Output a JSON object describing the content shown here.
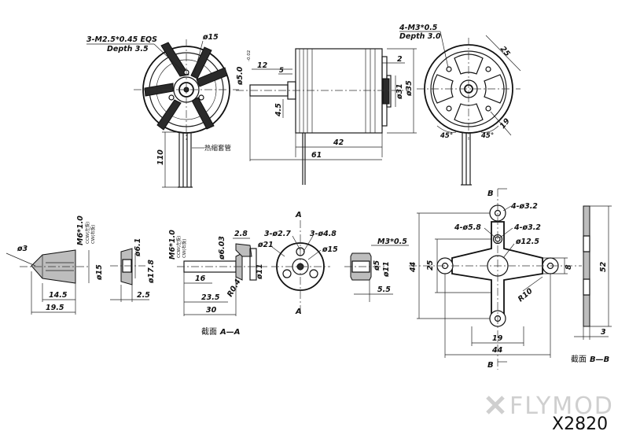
{
  "motor": {
    "callout_holes": "3-M2.5*0.45 EQS",
    "callout_holes_depth": "Depth 3.5",
    "d_front": "ø15",
    "wire_length": "110",
    "wire_label": "热缩套管",
    "shaft_d": "ø5.0",
    "shaft_tol": "-0.02",
    "dim_12": "12",
    "dim_5": "5",
    "dim_4_5": "4.5",
    "dim_2": "2",
    "d_31": "ø31",
    "d_35": "ø35",
    "dim_42": "42",
    "dim_61": "61",
    "callout_rear": "4-M3*0.5",
    "callout_rear_depth": "Depth 3.0",
    "dim_25": "25",
    "dim_19": "19",
    "angle_a": "45°",
    "angle_b": "45°"
  },
  "prop_adapter": {
    "d_3": "ø3",
    "thread": "M6*1.0",
    "thread_note": "CCW(左旋)",
    "thread_note2": "CW(右旋)",
    "d_15": "ø15",
    "dim_14_5": "14.5",
    "dim_19_5": "19.5"
  },
  "nut": {
    "d_6_1": "ø6.1",
    "d_17_8": "ø17.8",
    "dim_2_5": "2.5"
  },
  "shaft": {
    "thread": "M6*1.0",
    "thread_note": "CCW(左旋)",
    "thread_note2": "CW(右旋)",
    "d_6_03": "ø6.03",
    "dim_2_8": "2.8",
    "d_11": "ø11",
    "r_0_4": "R0.4",
    "dim_16": "16",
    "dim_23_5": "23.5",
    "dim_30": "30",
    "section_caption": "截面",
    "section_mark": "A—A"
  },
  "hub": {
    "mark_a_top": "A",
    "mark_a_bottom": "A",
    "holes_small": "3-ø2.7",
    "holes_large": "3-ø4.8",
    "d_21": "ø21",
    "d_15": "ø15"
  },
  "collar": {
    "thread": "M3*0.5",
    "d_5": "ø5",
    "d_11": "ø11",
    "dim_5_5": "5.5"
  },
  "mount": {
    "mark_b_top": "B",
    "mark_b_bottom": "B",
    "holes_3_2_top": "4-ø3.2",
    "holes_5_8": "4-ø5.8",
    "holes_3_2_mid": "4-ø3.2",
    "d_12_5": "ø12.5",
    "dim_44_v": "44",
    "dim_25": "25",
    "dim_8": "8",
    "r_10": "R10",
    "dim_19": "19",
    "dim_44_h": "44"
  },
  "side_section": {
    "dim_52": "52",
    "dim_3": "3",
    "caption": "截面",
    "mark": "B—B"
  },
  "branding": {
    "brand": "FLYMOD",
    "model": "X2820"
  }
}
